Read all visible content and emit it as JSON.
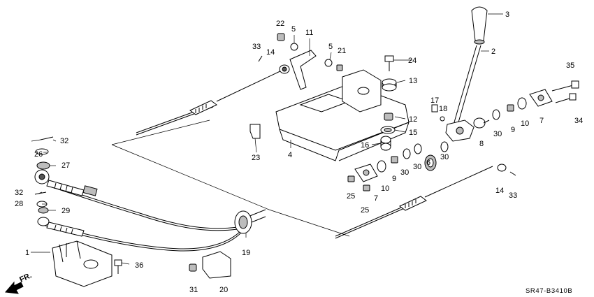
{
  "callouts": [
    {
      "key": "p1",
      "text": "1"
    },
    {
      "key": "p2",
      "text": "2"
    },
    {
      "key": "p3",
      "text": "3"
    },
    {
      "key": "p4",
      "text": "4"
    },
    {
      "key": "p5a",
      "text": "5"
    },
    {
      "key": "p5b",
      "text": "5"
    },
    {
      "key": "p6",
      "text": "6"
    },
    {
      "key": "p7a",
      "text": "7"
    },
    {
      "key": "p7b",
      "text": "7"
    },
    {
      "key": "p8",
      "text": "8"
    },
    {
      "key": "p9a",
      "text": "9"
    },
    {
      "key": "p9b",
      "text": "9"
    },
    {
      "key": "p10a",
      "text": "10"
    },
    {
      "key": "p10b",
      "text": "10"
    },
    {
      "key": "p11",
      "text": "11"
    },
    {
      "key": "p12",
      "text": "12"
    },
    {
      "key": "p13",
      "text": "13"
    },
    {
      "key": "p14a",
      "text": "14"
    },
    {
      "key": "p14b",
      "text": "14"
    },
    {
      "key": "p15",
      "text": "15"
    },
    {
      "key": "p16",
      "text": "16"
    },
    {
      "key": "p17",
      "text": "17"
    },
    {
      "key": "p18",
      "text": "18"
    },
    {
      "key": "p19",
      "text": "19"
    },
    {
      "key": "p20",
      "text": "20"
    },
    {
      "key": "p21",
      "text": "21"
    },
    {
      "key": "p22",
      "text": "22"
    },
    {
      "key": "p23",
      "text": "23"
    },
    {
      "key": "p24",
      "text": "24"
    },
    {
      "key": "p25a",
      "text": "25"
    },
    {
      "key": "p25b",
      "text": "25"
    },
    {
      "key": "p26",
      "text": "26"
    },
    {
      "key": "p27",
      "text": "27"
    },
    {
      "key": "p28",
      "text": "28"
    },
    {
      "key": "p29",
      "text": "29"
    },
    {
      "key": "p30a",
      "text": "30"
    },
    {
      "key": "p30b",
      "text": "30"
    },
    {
      "key": "p30c",
      "text": "30"
    },
    {
      "key": "p30d",
      "text": "30"
    },
    {
      "key": "p31",
      "text": "31"
    },
    {
      "key": "p32a",
      "text": "32"
    },
    {
      "key": "p32b",
      "text": "32"
    },
    {
      "key": "p33a",
      "text": "33"
    },
    {
      "key": "p33b",
      "text": "33"
    },
    {
      "key": "p34",
      "text": "34"
    },
    {
      "key": "p35",
      "text": "35"
    },
    {
      "key": "p36",
      "text": "36"
    }
  ],
  "direction_label": "FR.",
  "diagram_code": "SR47-B3410B"
}
